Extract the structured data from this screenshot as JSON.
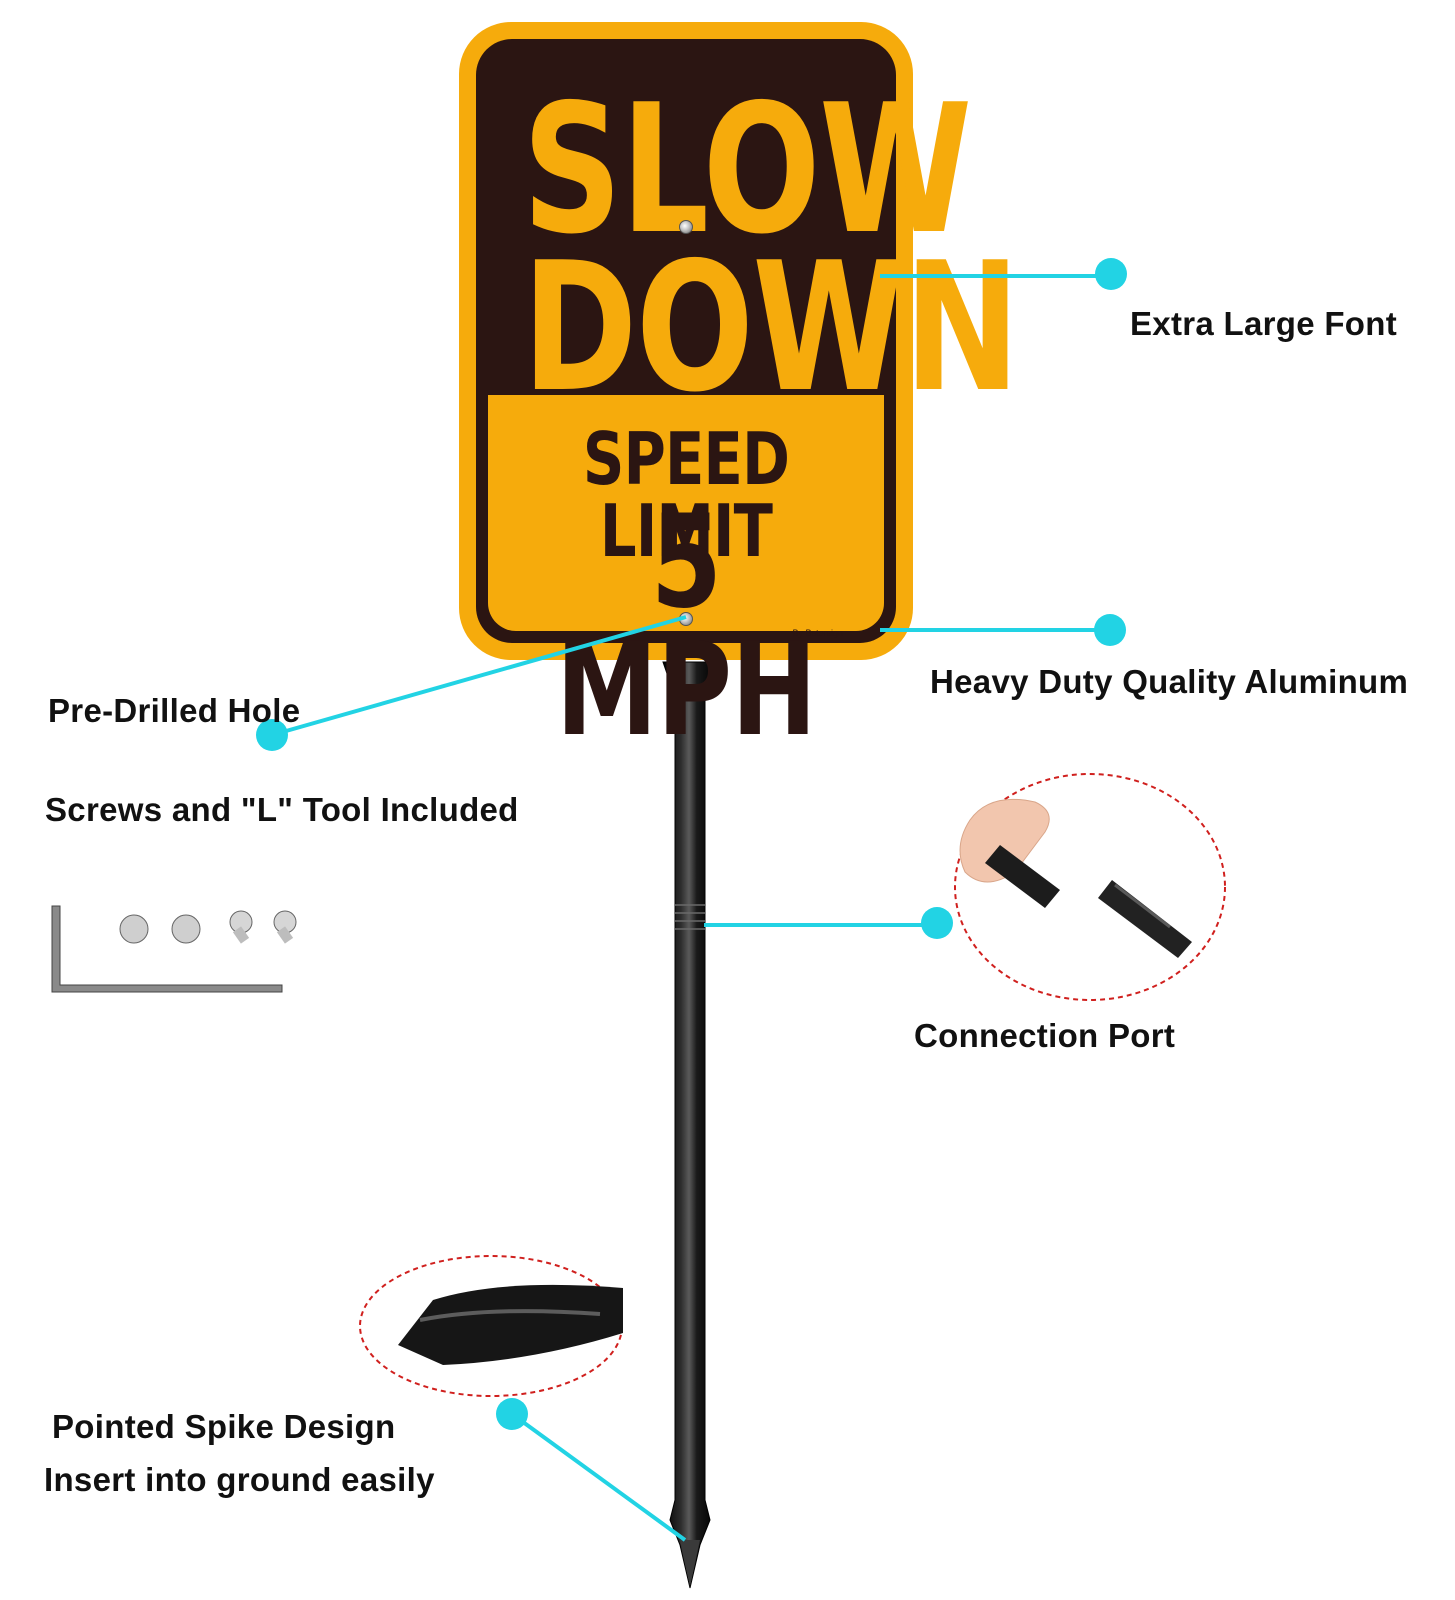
{
  "sign": {
    "line1": "SLOW",
    "line2": "DOWN",
    "line3": "SPEED LIMIT",
    "line4": "5 MPH",
    "brand": "By Bstersign"
  },
  "labels": {
    "extra_large_font": "Extra Large Font",
    "heavy_duty": "Heavy Duty Quality Aluminum",
    "pre_drilled": "Pre-Drilled Hole",
    "screws_included": "Screws and \"L\" Tool  Included",
    "connection_port": "Connection Port",
    "spike_line1": "Pointed Spike Design",
    "spike_line2": "Insert into ground easily"
  },
  "colors": {
    "sign_yellow": "#f6ab0c",
    "sign_brown": "#2b1512",
    "callout_cyan": "#22d3e4",
    "dash_red": "#d0201e",
    "stake_black": "#111111"
  },
  "icons": {
    "screws": "screw-set-icon",
    "l_tool": "allen-key-icon",
    "connection_detail": "stake-connector-photo",
    "spike_detail": "spike-tip-photo"
  }
}
